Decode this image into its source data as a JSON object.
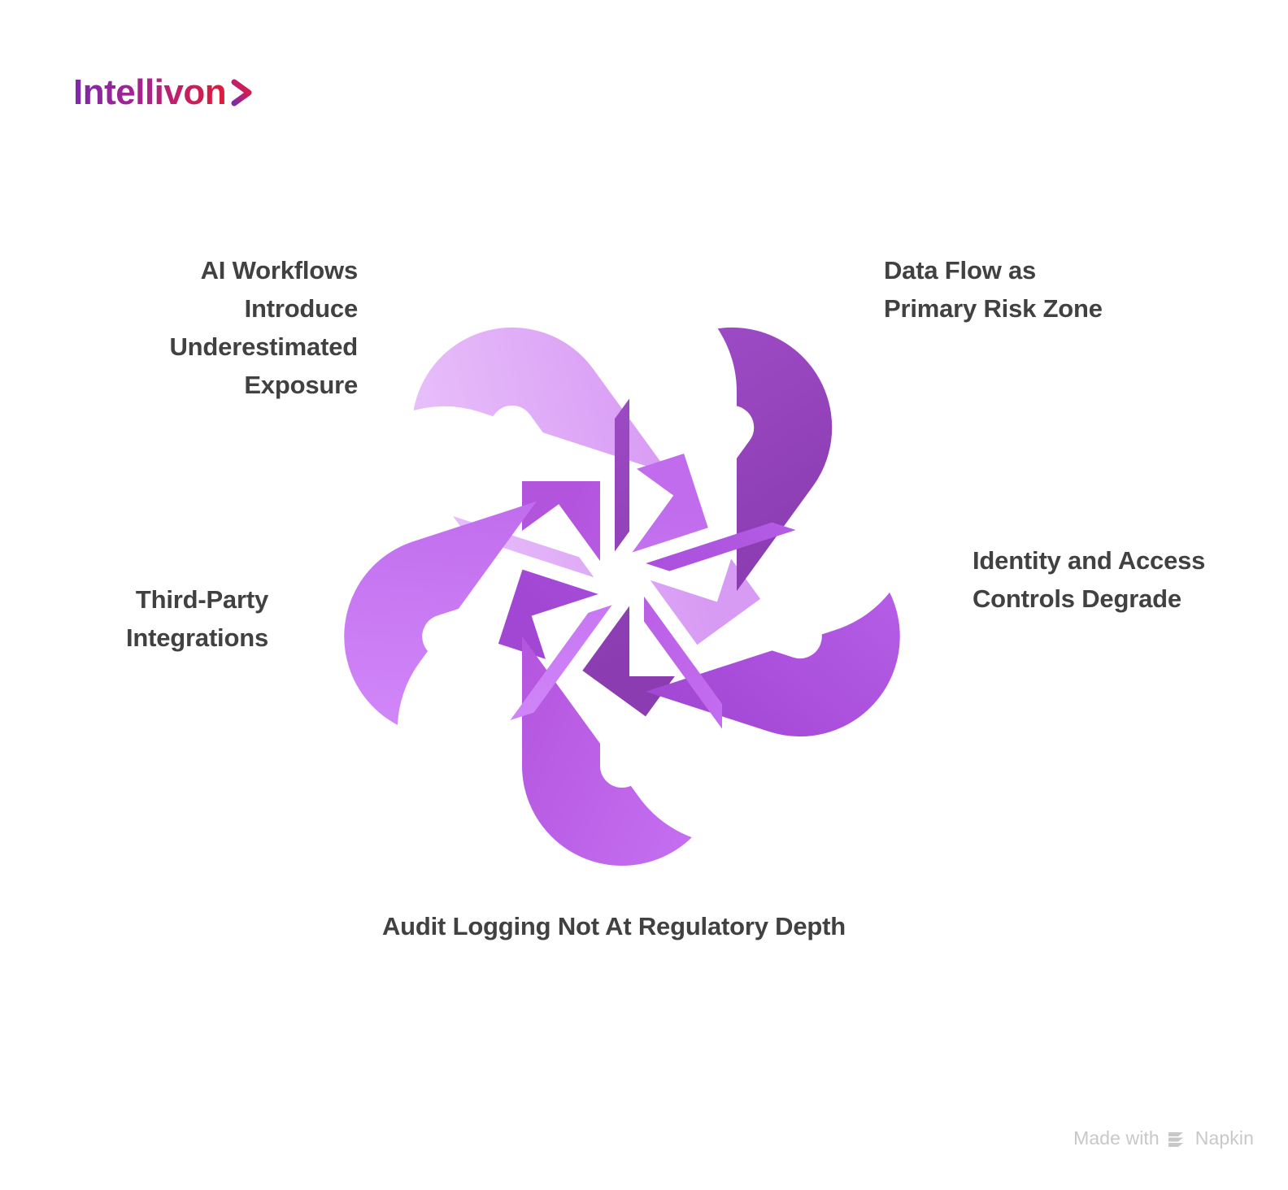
{
  "brand": {
    "name": "Intellivon",
    "chevron_icon": "chevron-right-icon",
    "gradient_start": "#7b2ba8",
    "gradient_end": "#e01b38"
  },
  "diagram": {
    "type": "pentagonal-interlocking-knot",
    "label_color": "#414141",
    "background": "#ffffff",
    "nodes": [
      {
        "id": "ai-workflows",
        "label": "AI Workflows Introduce Underestimated Exposure",
        "color": "#dfa9f7",
        "position": "top-left"
      },
      {
        "id": "data-flow",
        "label": "Data Flow as Primary Risk Zone",
        "color": "#9341bd",
        "position": "top-right"
      },
      {
        "id": "identity-access",
        "label": "Identity and Access Controls Degrade",
        "color": "#ab4fdc",
        "position": "right"
      },
      {
        "id": "audit-logging",
        "label": "Audit Logging Not At Regulatory Depth",
        "color": "#bb5ce3",
        "position": "bottom"
      },
      {
        "id": "third-party",
        "label": "Third-Party Integrations",
        "color": "#c775f5",
        "position": "left"
      }
    ]
  },
  "watermark": {
    "text": "Made with",
    "product": "Napkin",
    "icon": "napkin-logo-icon",
    "color": "#c8c8c8"
  }
}
